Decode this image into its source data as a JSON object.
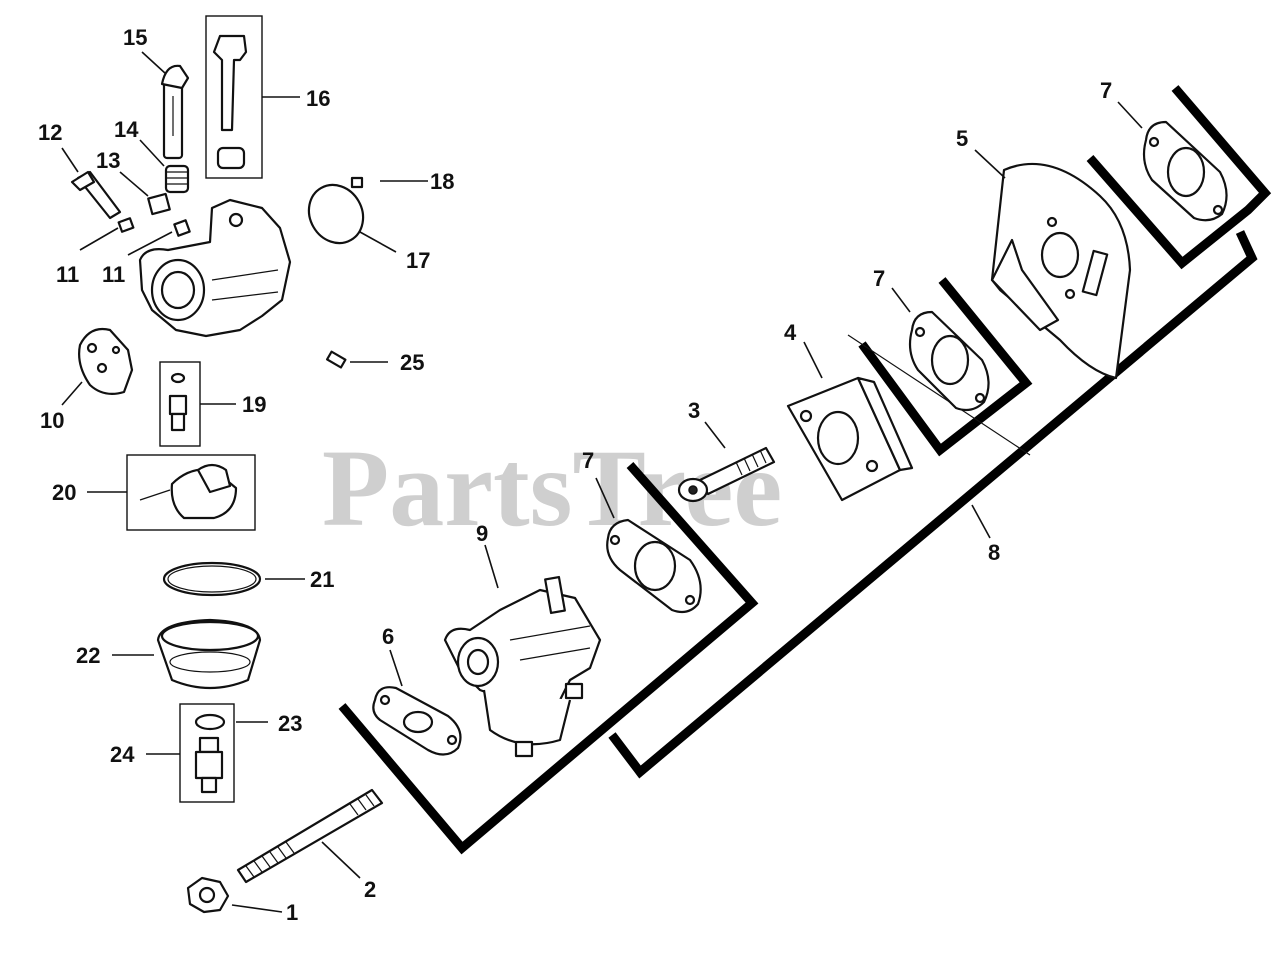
{
  "watermark": "PartsTree",
  "callouts": {
    "c1": "1",
    "c2": "2",
    "c3": "3",
    "c4": "4",
    "c5": "5",
    "c6": "6",
    "c7a": "7",
    "c7b": "7",
    "c7c": "7",
    "c8": "8",
    "c9": "9",
    "c10": "10",
    "c11a": "11",
    "c11b": "11",
    "c12": "12",
    "c13": "13",
    "c14": "14",
    "c15": "15",
    "c16": "16",
    "c17": "17",
    "c18": "18",
    "c19": "19",
    "c20": "20",
    "c21": "21",
    "c22": "22",
    "c23": "23",
    "c24": "24",
    "c25": "25"
  }
}
